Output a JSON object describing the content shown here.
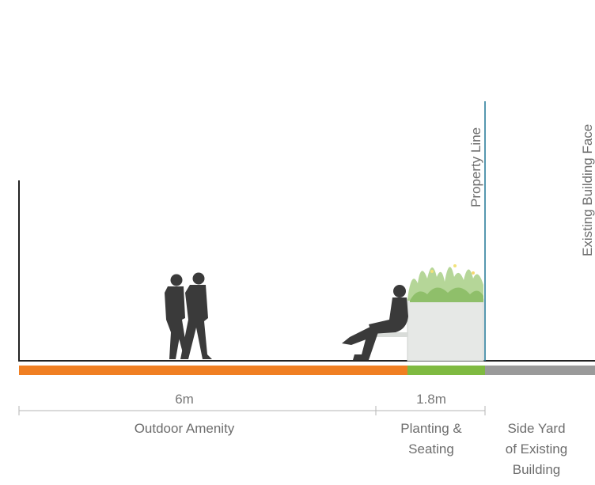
{
  "vertical_labels": {
    "property_line": "Property Line",
    "building_face": "Existing Building Face"
  },
  "dimensions": {
    "outdoor_amenity": "6m",
    "planting_seating": "1.8m"
  },
  "zones": {
    "outdoor_amenity": [
      "Outdoor Amenity"
    ],
    "planting_seating": [
      "Planting &",
      "Seating"
    ],
    "side_yard": [
      "Side Yard",
      "of Existing",
      "Building"
    ]
  },
  "colors": {
    "outdoor_amenity_band": "#f07f22",
    "planting_band": "#7fba41",
    "side_yard_band": "#9a9a9a",
    "property_line": "#2c7f9c",
    "ground": "#222222",
    "planter": "#e6e8e6",
    "grass": "#9cc77a",
    "silhouette": "#3a3a3a"
  },
  "icons": [
    "person-walking-silhouette",
    "person-seated-silhouette",
    "planter-box-with-grass"
  ]
}
